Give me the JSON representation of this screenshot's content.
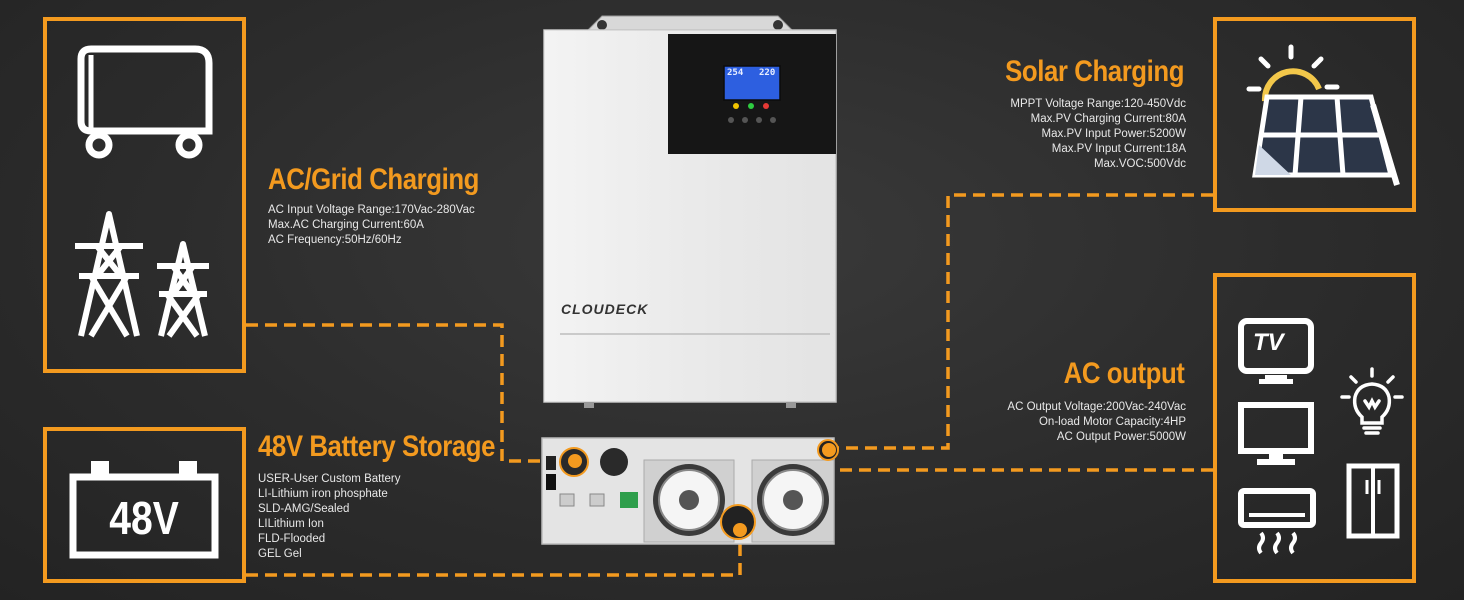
{
  "ac_grid": {
    "title": "AC/Grid Charging",
    "specs": [
      "AC Input Voltage Range:170Vac-280Vac",
      "Max.AC Charging Current:60A",
      "AC Frequency:50Hz/60Hz"
    ]
  },
  "battery": {
    "title": "48V Battery Storage",
    "icon_label": "48V",
    "specs": [
      "USER-User Custom Battery",
      "LI-Lithium iron phosphate",
      "SLD-AMG/Sealed",
      "LILithium Ion",
      "FLD-Flooded",
      "GEL Gel"
    ]
  },
  "solar": {
    "title": "Solar Charging",
    "specs": [
      "MPPT Voltage Range:120-450Vdc",
      "Max.PV Charging Current:80A",
      "Max.PV Input Power:5200W",
      "Max.PV Input Current:18A",
      "Max.VOC:500Vdc"
    ]
  },
  "ac_output": {
    "title": "AC output",
    "specs": [
      "AC Output Voltage:200Vac-240Vac",
      "On-load Motor Capacity:4HP",
      "AC Output Power:5000W"
    ]
  },
  "device": {
    "brand": "CLOUDECK",
    "lcd_left": "254",
    "lcd_right": "220",
    "tv_label": "TV"
  },
  "colors": {
    "accent": "#f39a1f",
    "background": "#2c2c2c"
  }
}
